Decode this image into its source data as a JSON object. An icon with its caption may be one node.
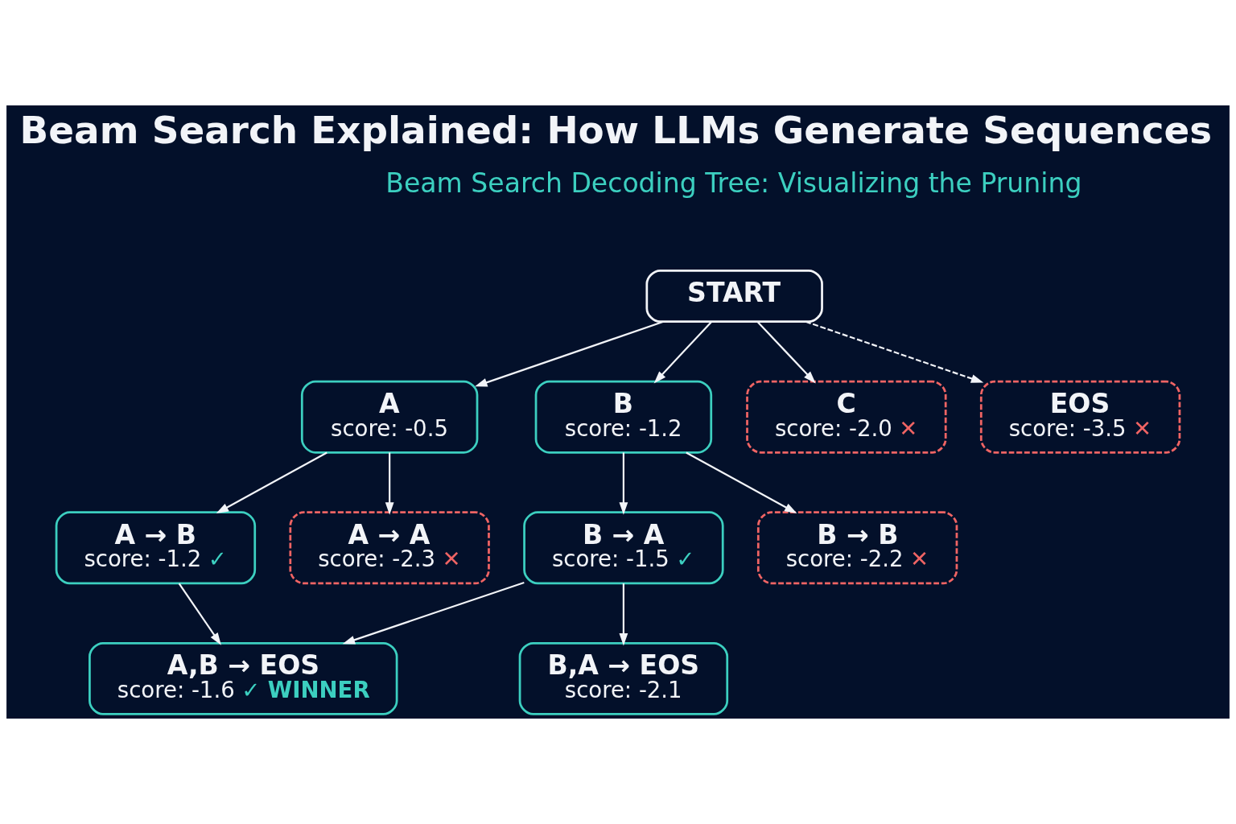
{
  "diagram": {
    "title": "Beam Search Explained: How LLMs Generate Sequences",
    "nodes": [
      {
        "text": [
          "START"
        ]
      },
      {
        "text": [
          "A",
          "score: -0.5"
        ]
      },
      {
        "text": [
          "B",
          "score: -1.2"
        ]
      },
      {
        "text": [
          "C",
          "score: -2.0 ✕"
        ]
      },
      {
        "text": [
          "EOS",
          "score: -3.5 ✕"
        ]
      },
      {
        "text": [
          "A → B",
          "score: -1.2 ✓"
        ]
      },
      {
        "text": [
          "A → A",
          "score: -2.3 ✕"
        ]
      },
      {
        "text": [
          "B → A",
          "score: -1.5 ✓"
        ]
      },
      {
        "text": [
          "B → B",
          "score: -2.2 ✕"
        ]
      },
      {
        "text": [
          "A,B → EOS",
          "score: -1.6 ✓ WINNER"
        ]
      },
      {
        "text": [
          "B,A → EOS",
          "score: -2.1"
        ]
      }
    ],
    "edges": [
      {
        "from": 0,
        "to": 1,
        "arrow": "to"
      },
      {
        "from": 0,
        "to": 2,
        "arrow": "to"
      },
      {
        "from": 0,
        "to": 3,
        "arrow": "to"
      },
      {
        "from": 0,
        "to": 4,
        "arrow": "to",
        "style": "dashed"
      },
      {
        "from": 1,
        "to": 5,
        "arrow": "to"
      },
      {
        "from": 1,
        "to": 6,
        "arrow": "to"
      },
      {
        "from": 2,
        "to": 7,
        "arrow": "to"
      },
      {
        "from": 2,
        "to": 8,
        "arrow": "to"
      },
      {
        "from": 5,
        "to": 9,
        "arrow": "to"
      },
      {
        "from": 7,
        "to": 9,
        "arrow": "to"
      },
      {
        "from": 7,
        "to": 10,
        "arrow": "to"
      }
    ],
    "labels": [
      "Beam Search Decoding Tree: Visualizing the Pruning"
    ]
  }
}
